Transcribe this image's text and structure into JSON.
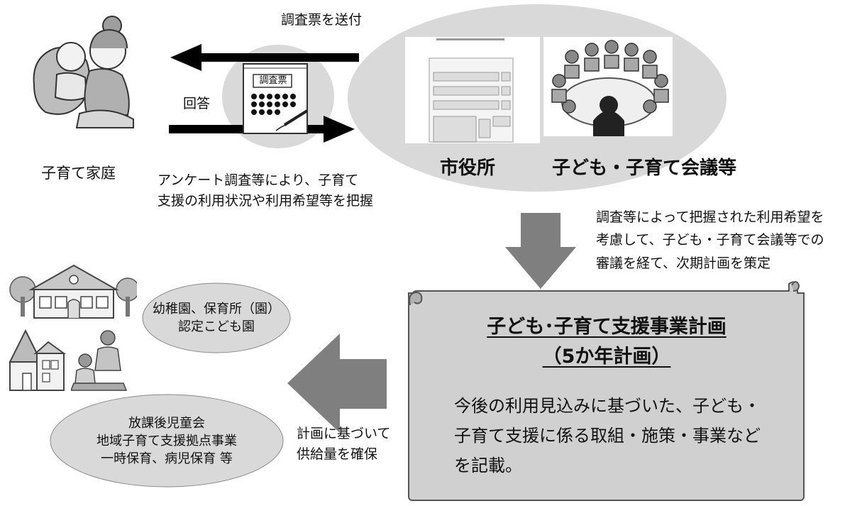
{
  "labels": {
    "send_survey": "調査票を送付",
    "reply": "回答",
    "family": "子育て家庭",
    "survey_card": "調査票",
    "city_hall": "市役所",
    "council": "子ども・子育て会議等",
    "survey_note_1": "アンケート調査等により、子育て",
    "survey_note_2": "支援の利用状況や利用希望等を把握",
    "plan_note_1": "調査等によって把握された利用希望を",
    "plan_note_2": "考慮して、子ども・子育て会議等での",
    "plan_note_3": "審議を経て、次期計画を策定",
    "supply_note_1": "計画に基づいて",
    "supply_note_2": "供給量を確保"
  },
  "plan_scroll": {
    "title_1": "子ども･子育て支援事業計画",
    "title_2": "（5か年計画）",
    "body_1": "今後の利用見込みに基づいた、子ども・",
    "body_2": "子育て支援に係る取組・施策・事業など",
    "body_3": "を記載。"
  },
  "facilities": {
    "group_1_line_1": "幼稚園、保育所（園）",
    "group_1_line_2": "認定こども園",
    "group_2_line_1": "放課後児童会",
    "group_2_line_2": "地域子育て支援拠点事業",
    "group_2_line_3": "一時保育、病児保育 等"
  },
  "colors": {
    "ellipse_fill": "#d9d9d9",
    "arrow_gray": "#7f7f7f",
    "scroll_fill": "#d0d0d0",
    "black_arrow": "#000000"
  },
  "icons": [
    "mother-feeding-baby-icon",
    "survey-sheet-icon",
    "city-hall-building-icon",
    "council-meeting-icon",
    "kindergarten-building-icon",
    "house-icon",
    "children-playing-icon"
  ]
}
